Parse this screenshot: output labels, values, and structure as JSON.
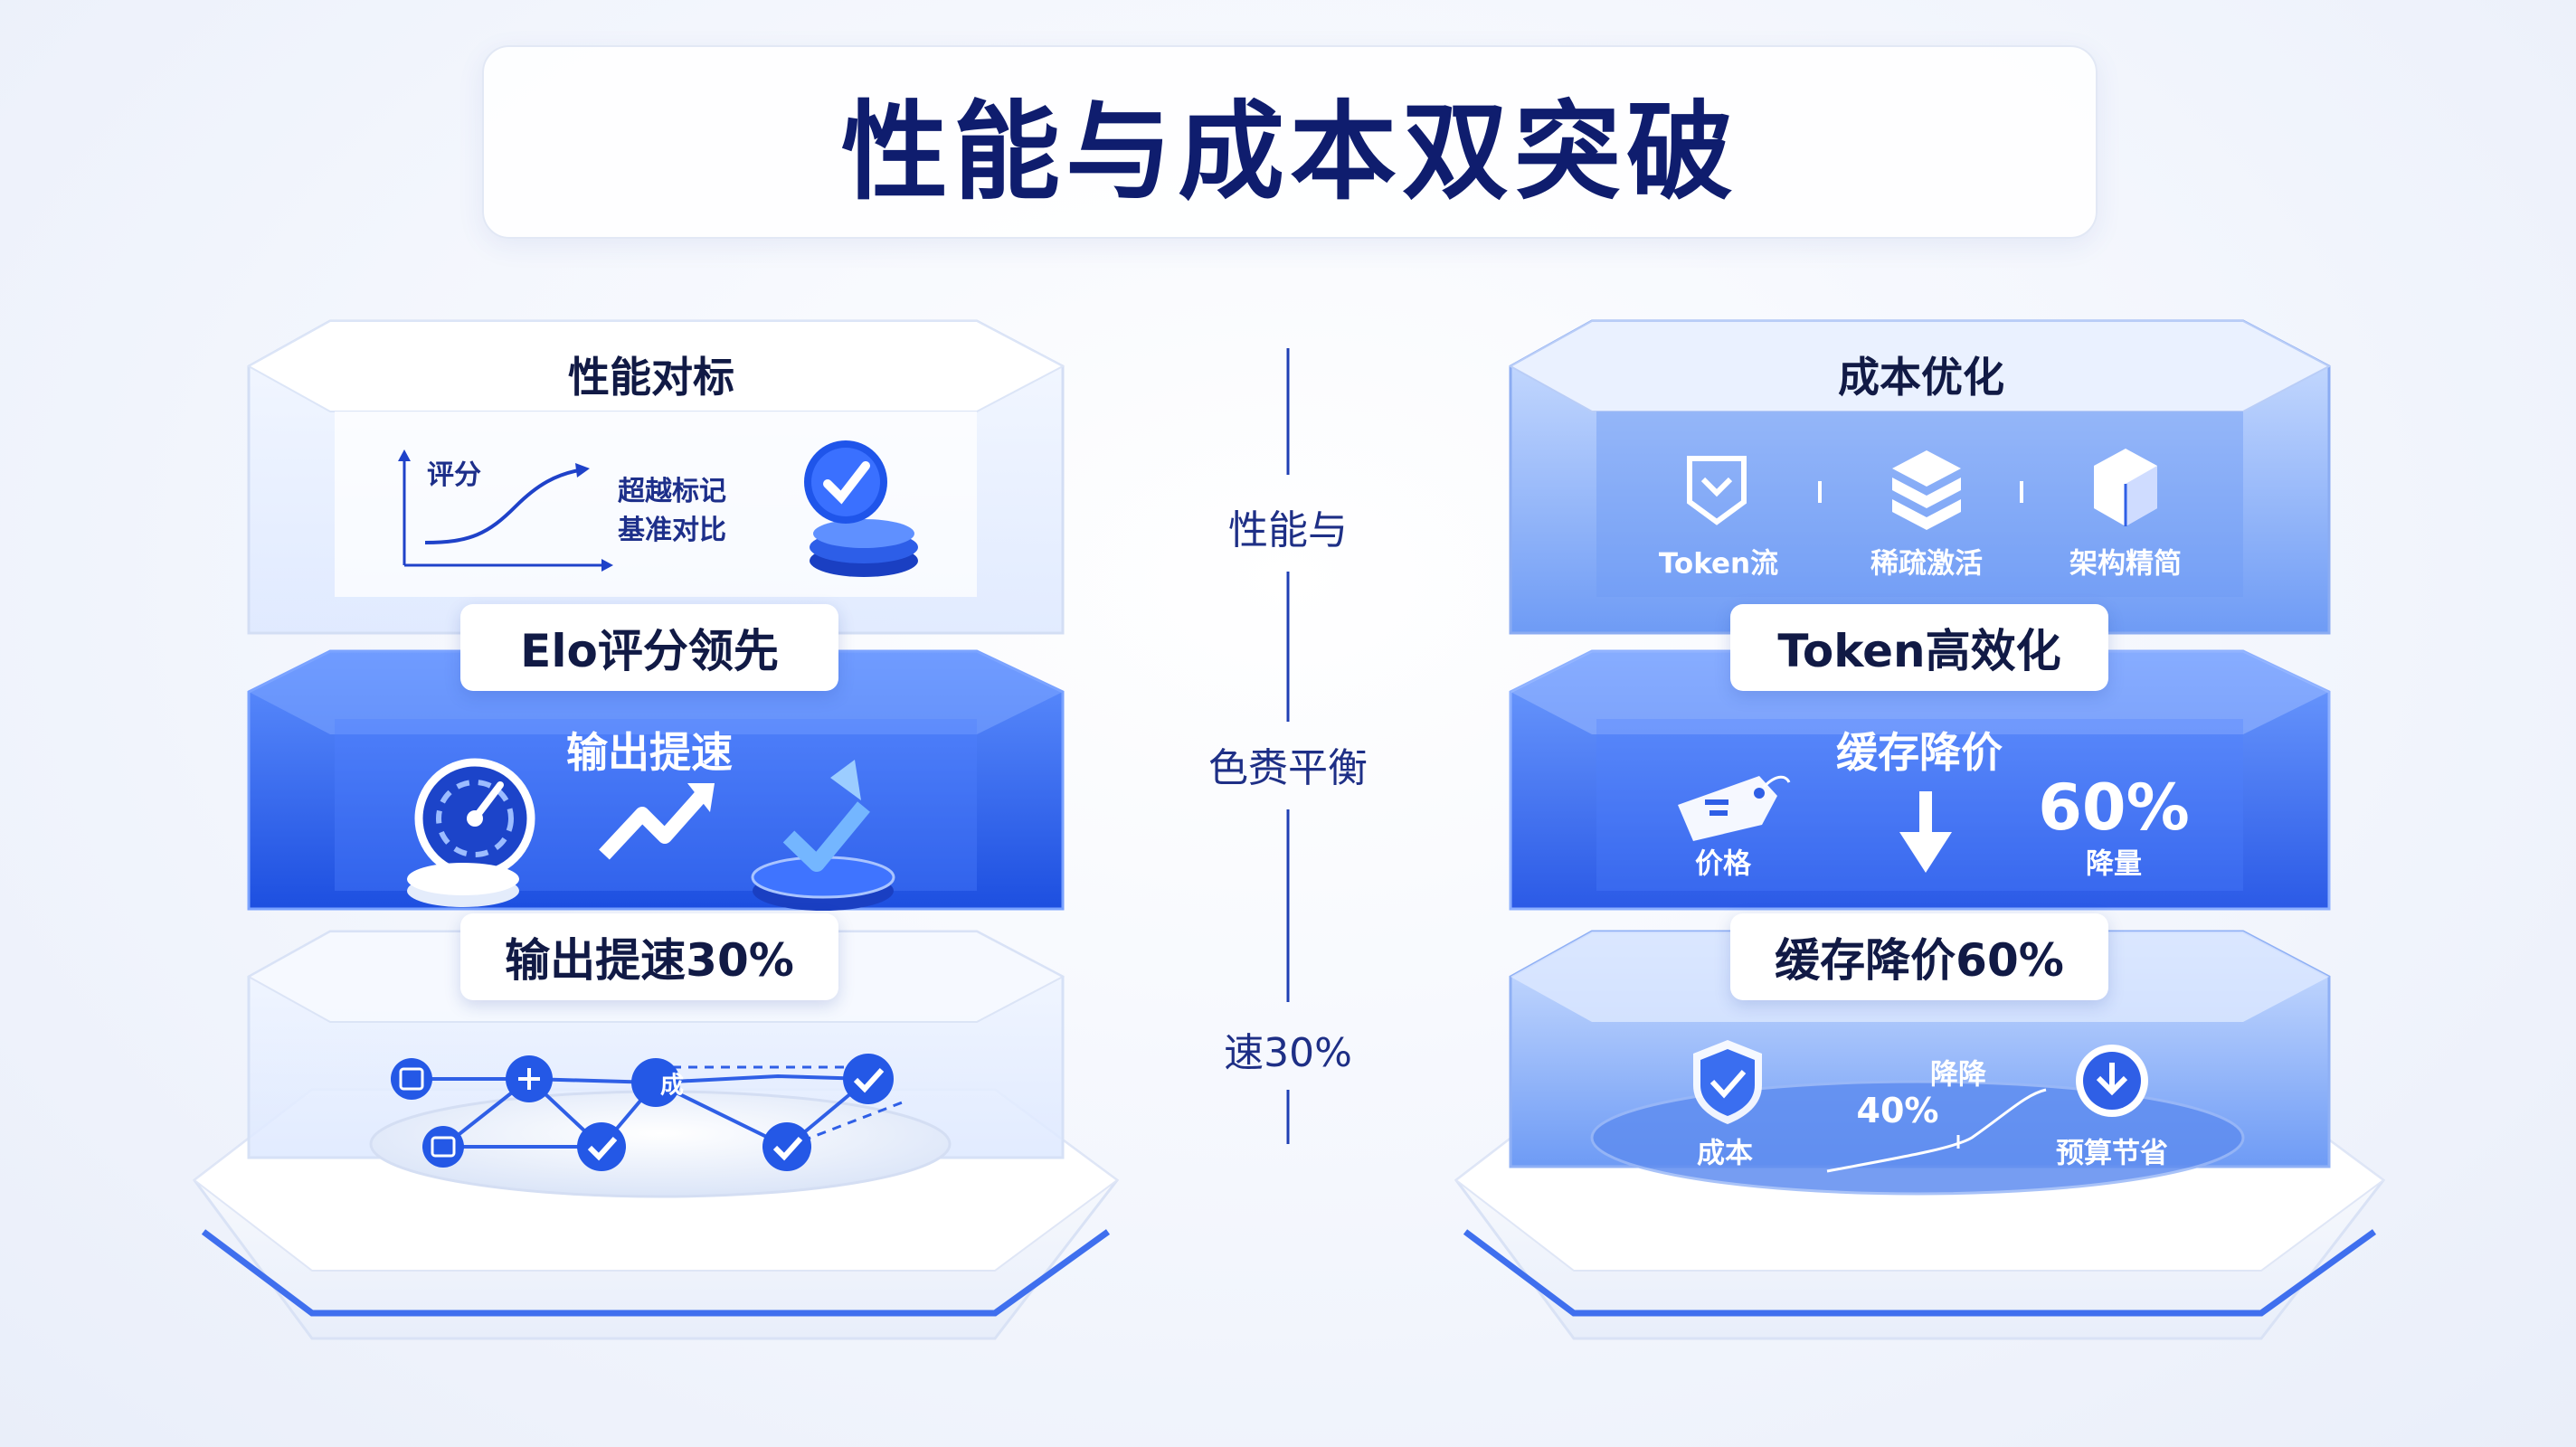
{
  "title": "性能与成本双突破",
  "center_labels": [
    "性能与",
    "色赉平衡",
    "速30%"
  ],
  "left": {
    "top_tier": {
      "heading": "性能对标",
      "chart_label": "评分",
      "note_line1": "超越标记",
      "note_line2": "基准对比",
      "plaque": "Elo评分领先"
    },
    "mid_tier": {
      "heading": "输出提速",
      "plaque": "输出提速30%"
    },
    "bottom_tier": {
      "node_labels": [
        "成"
      ]
    }
  },
  "right": {
    "top_tier": {
      "heading": "成本优化",
      "icon_labels": [
        "Token流",
        "稀疏激活",
        "架构精简"
      ],
      "plaque": "Token高效化"
    },
    "mid_tier": {
      "heading": "缓存降价",
      "tag_label": "价格",
      "value": "60%",
      "value_caption": "降量",
      "plaque": "缓存降价60%"
    },
    "bottom_tier": {
      "shield_label": "成本",
      "curve_title": "降降",
      "curve_value": "40%",
      "saving_label": "预算节省"
    }
  },
  "colors": {
    "title": "#0f1d6e",
    "accent": "#2f5fe6",
    "deep_blue": "#1d44d6",
    "glass": "#eaf1ff"
  },
  "icons": [
    "up-arrow-icon",
    "verified-badge-icon",
    "speedometer-icon",
    "trend-arrow-icon",
    "check-arrow-icon",
    "check-icon",
    "shield-icon",
    "cube-icon",
    "box-icon",
    "price-tag-icon",
    "down-arrow-icon",
    "download-icon"
  ]
}
